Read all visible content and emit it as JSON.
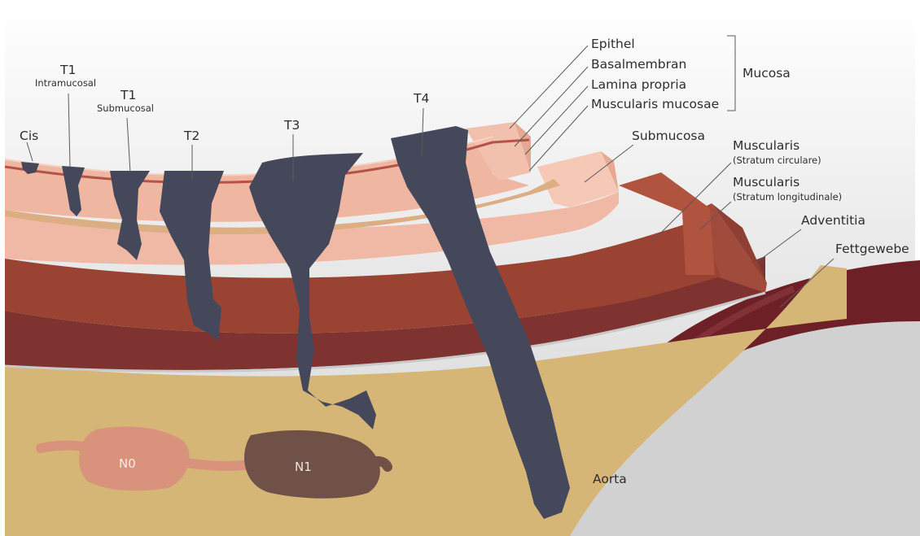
{
  "stages": {
    "cis": "Cis",
    "t1_intramucosal": {
      "name": "T1",
      "sub": "Intramucosal"
    },
    "t1_submucosal": {
      "name": "T1",
      "sub": "Submucosal"
    },
    "t2": "T2",
    "t3": "T3",
    "t4": "T4"
  },
  "layers": {
    "epithel": "Epithel",
    "basalmembran": "Basalmembran",
    "lamina_propria": "Lamina propria",
    "muscularis_mucosae": "Muscularis mucosae",
    "mucosa_group": "Mucosa",
    "submucosa": "Submucosa",
    "muscularis_circ": {
      "name": "Muscularis",
      "sub": "(Stratum circulare)"
    },
    "muscularis_long": {
      "name": "Muscularis",
      "sub": "(Stratum longitudinale)"
    },
    "adventitia": "Adventitia",
    "fettgewebe": "Fettgewebe"
  },
  "nodes": {
    "n0": "N0",
    "n1": "N1"
  },
  "aorta": "Aorta",
  "colors": {
    "mucosa": "#efb7a2",
    "muscularis_mucosae": "#dcae84",
    "submucosa": "#f0b9a6",
    "muscle_inner": "#9a4332",
    "muscle_outer": "#7e3330",
    "fat": "#d6b676",
    "tumor": "#45485b",
    "aorta_wall": "#6e2027",
    "node_n0": "#d9927b",
    "node_n1": "#6f5148"
  }
}
